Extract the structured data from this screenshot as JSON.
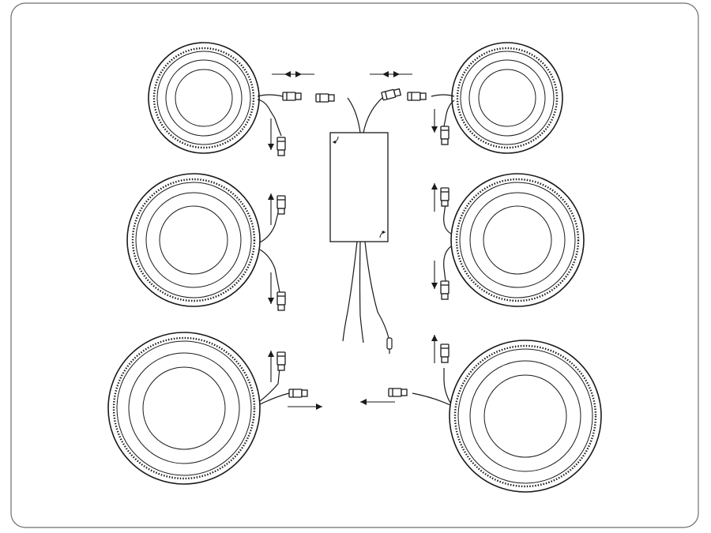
{
  "diagram": {
    "frame": {
      "rounded": true
    },
    "colors": {
      "line": "#1a1a1a",
      "frame": "#6e6e6e",
      "background": "#ffffff"
    },
    "lights": [
      {
        "id": "light-top-left",
        "side": "left"
      },
      {
        "id": "light-middle-left",
        "side": "left"
      },
      {
        "id": "light-bottom-left",
        "side": "left"
      },
      {
        "id": "light-top-right",
        "side": "right"
      },
      {
        "id": "light-middle-right",
        "side": "right"
      },
      {
        "id": "light-bottom-right",
        "side": "right"
      }
    ],
    "driver": {
      "id": "driver-box",
      "output_cables": 2,
      "input_wires": 3
    },
    "connections_shown": 8
  }
}
